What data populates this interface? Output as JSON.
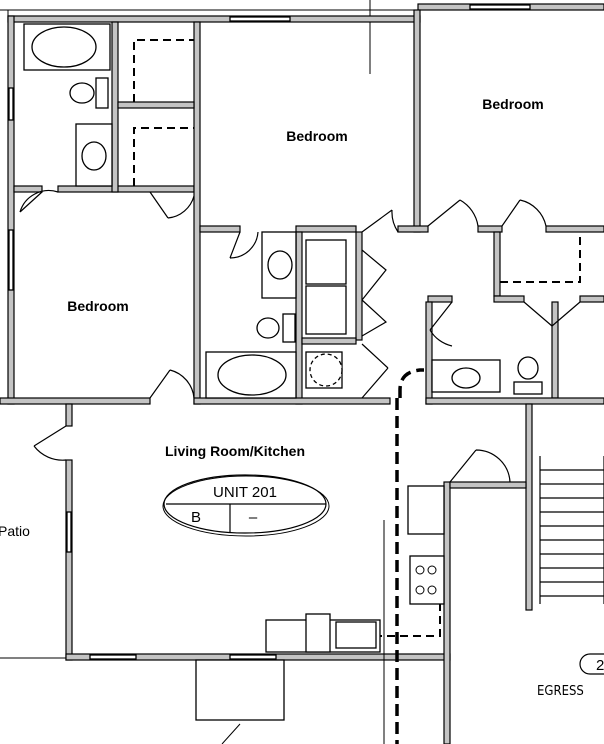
{
  "rooms": {
    "bedroom_top_center": "Bedroom",
    "bedroom_top_right": "Bedroom",
    "bedroom_left": "Bedroom",
    "living_kitchen": "Living Room/Kitchen",
    "patio": "Patio"
  },
  "unit_tag": {
    "title": "UNIT 201",
    "type": "B",
    "variant": "–"
  },
  "egress": {
    "label": "EGRESS",
    "tag_number": "2"
  }
}
